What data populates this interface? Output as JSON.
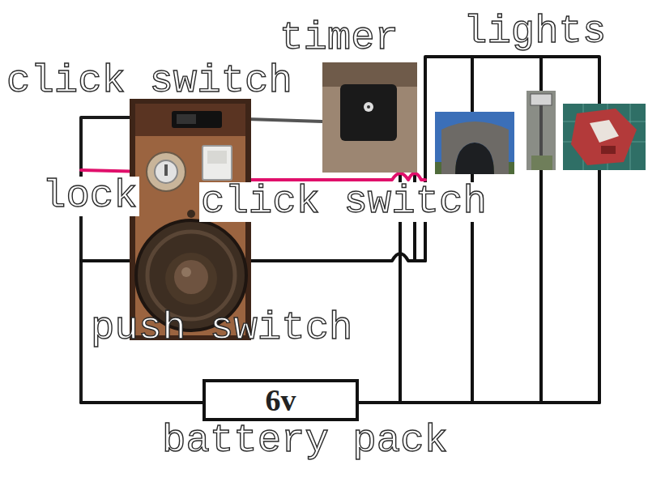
{
  "diagram": {
    "nodes": [
      {
        "text": [
          "6v",
          "battery pack"
        ]
      }
    ],
    "labels": [
      "lights",
      "timer",
      "click switch",
      "lock",
      "click switch",
      "push switch"
    ]
  }
}
